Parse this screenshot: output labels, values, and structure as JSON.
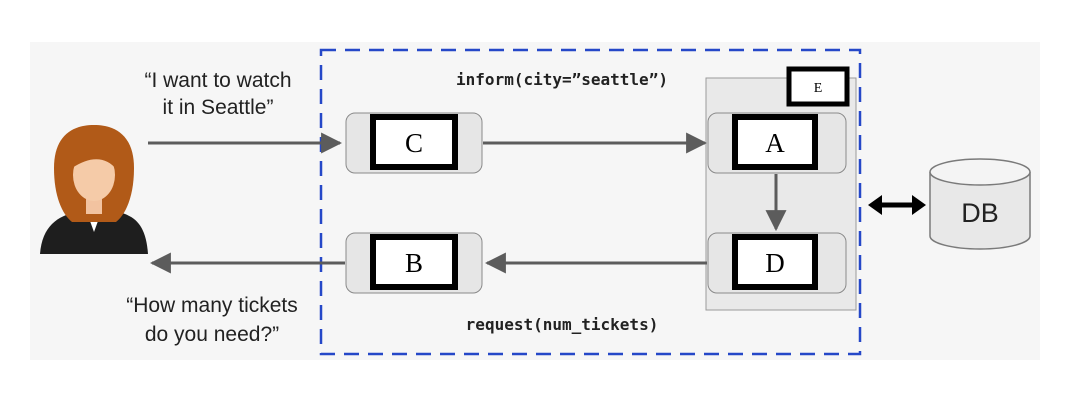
{
  "user_utterance": {
    "line1": "“I want to watch",
    "line2": "it in Seattle”"
  },
  "system_utterance": {
    "line1": "“How many tickets",
    "line2": "do you need?”"
  },
  "dialogue_acts": {
    "inform": "inform(city=”seattle”)",
    "request": "request(num_tickets)"
  },
  "modules": {
    "c": "C",
    "b": "B",
    "a": "A",
    "d": "D",
    "e": "E"
  },
  "database": {
    "label": "DB"
  },
  "colors": {
    "dashed_border": "#2548c8",
    "arrow": "#5c5c5c",
    "module_fill": "#e6e6e6",
    "group_fill": "#e9e9e9",
    "label_box": "#000000",
    "db_fill": "#e8e8e8"
  }
}
